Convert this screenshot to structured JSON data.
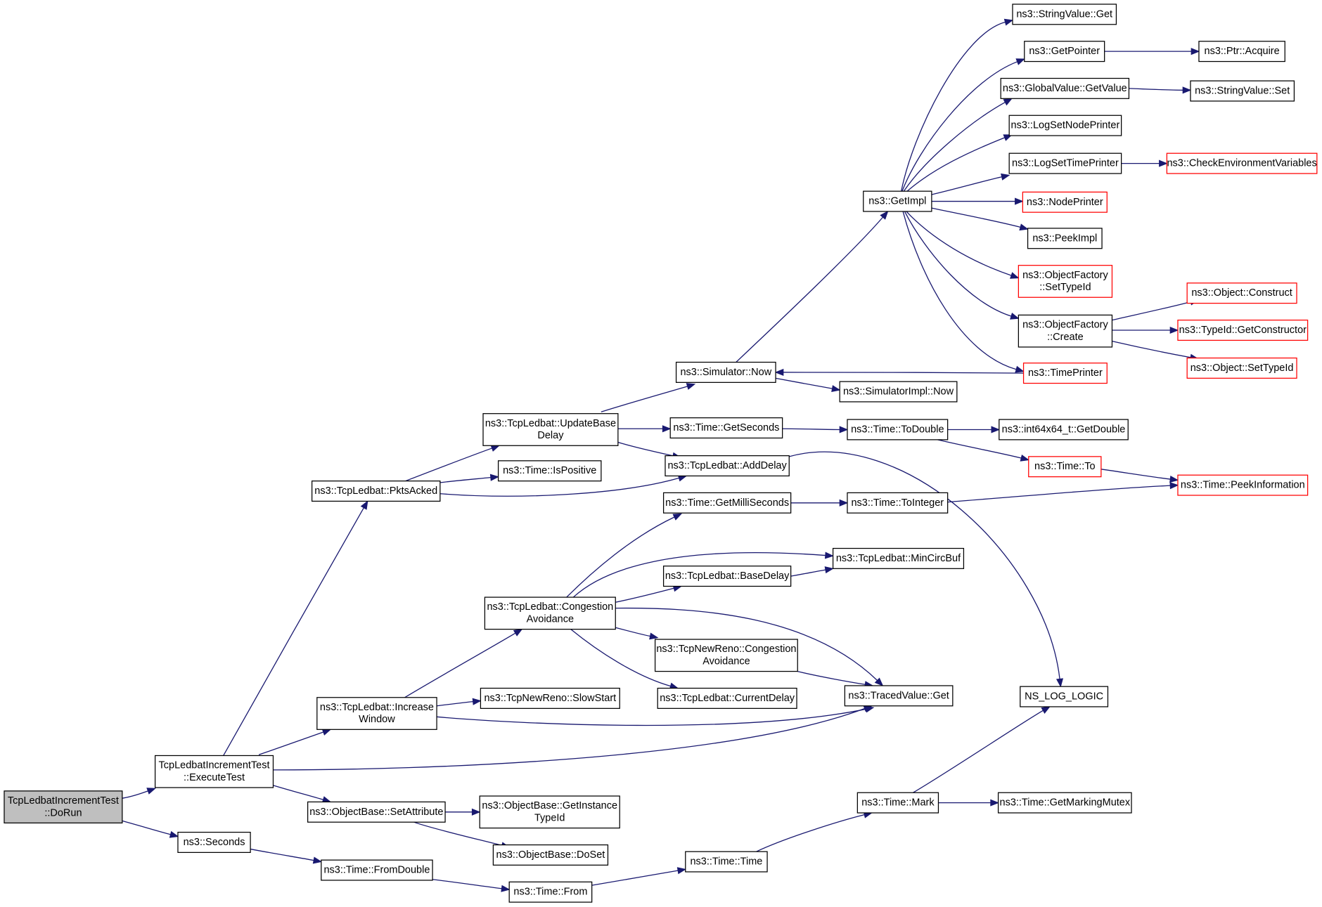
{
  "diagram": {
    "kind": "doxygen call graph",
    "colors": {
      "edge": "#191970",
      "node_border": "#000000",
      "truncated_node_border": "#ff0000",
      "root_fill": "#bfbfbf"
    },
    "nodes": [
      {
        "id": "dorun",
        "lines": [
          "TcpLedbatIncrementTest",
          "::DoRun"
        ],
        "style": "root"
      },
      {
        "id": "executetest",
        "lines": [
          "TcpLedbatIncrementTest",
          "::ExecuteTest"
        ]
      },
      {
        "id": "seconds",
        "lines": [
          "ns3::Seconds"
        ]
      },
      {
        "id": "pktsacked",
        "lines": [
          "ns3::TcpLedbat::PktsAcked"
        ]
      },
      {
        "id": "increasewindow",
        "lines": [
          "ns3::TcpLedbat::Increase",
          "Window"
        ]
      },
      {
        "id": "setattribute",
        "lines": [
          "ns3::ObjectBase::SetAttribute"
        ]
      },
      {
        "id": "fromdouble",
        "lines": [
          "ns3::Time::FromDouble"
        ]
      },
      {
        "id": "updatebasedelay",
        "lines": [
          "ns3::TcpLedbat::UpdateBase",
          "Delay"
        ]
      },
      {
        "id": "ispositive",
        "lines": [
          "ns3::Time::IsPositive"
        ]
      },
      {
        "id": "congavoid",
        "lines": [
          "ns3::TcpLedbat::Congestion",
          "Avoidance"
        ]
      },
      {
        "id": "slowstart",
        "lines": [
          "ns3::TcpNewReno::SlowStart"
        ]
      },
      {
        "id": "getinstancetypeid",
        "lines": [
          "ns3::ObjectBase::GetInstance",
          "TypeId"
        ]
      },
      {
        "id": "doset",
        "lines": [
          "ns3::ObjectBase::DoSet"
        ]
      },
      {
        "id": "from",
        "lines": [
          "ns3::Time::From"
        ]
      },
      {
        "id": "simnow",
        "lines": [
          "ns3::Simulator::Now"
        ]
      },
      {
        "id": "getseconds",
        "lines": [
          "ns3::Time::GetSeconds"
        ]
      },
      {
        "id": "adddelay",
        "lines": [
          "ns3::TcpLedbat::AddDelay"
        ]
      },
      {
        "id": "getmilliseconds",
        "lines": [
          "ns3::Time::GetMilliSeconds"
        ]
      },
      {
        "id": "basedelay",
        "lines": [
          "ns3::TcpLedbat::BaseDelay"
        ]
      },
      {
        "id": "newrenocongavoid",
        "lines": [
          "ns3::TcpNewReno::Congestion",
          "Avoidance"
        ]
      },
      {
        "id": "currentdelay",
        "lines": [
          "ns3::TcpLedbat::CurrentDelay"
        ]
      },
      {
        "id": "timetime",
        "lines": [
          "ns3::Time::Time"
        ]
      },
      {
        "id": "getimpl",
        "lines": [
          "ns3::GetImpl"
        ]
      },
      {
        "id": "simimplnow",
        "lines": [
          "ns3::SimulatorImpl::Now"
        ]
      },
      {
        "id": "todouble",
        "lines": [
          "ns3::Time::ToDouble"
        ]
      },
      {
        "id": "tointeger",
        "lines": [
          "ns3::Time::ToInteger"
        ]
      },
      {
        "id": "mincircbuf",
        "lines": [
          "ns3::TcpLedbat::MinCircBuf"
        ]
      },
      {
        "id": "tracedvalueget",
        "lines": [
          "ns3::TracedValue::Get"
        ]
      },
      {
        "id": "mark",
        "lines": [
          "ns3::Time::Mark"
        ]
      },
      {
        "id": "stringvalueget",
        "lines": [
          "ns3::StringValue::Get"
        ]
      },
      {
        "id": "getpointer",
        "lines": [
          "ns3::GetPointer"
        ]
      },
      {
        "id": "globalvaluegetvalue",
        "lines": [
          "ns3::GlobalValue::GetValue"
        ]
      },
      {
        "id": "logsetnodeprinter",
        "lines": [
          "ns3::LogSetNodePrinter"
        ]
      },
      {
        "id": "logsettimeprinter",
        "lines": [
          "ns3::LogSetTimePrinter"
        ]
      },
      {
        "id": "nodeprinter",
        "lines": [
          "ns3::NodePrinter"
        ],
        "style": "red"
      },
      {
        "id": "peekimpl",
        "lines": [
          "ns3::PeekImpl"
        ]
      },
      {
        "id": "objfactorysettypeid",
        "lines": [
          "ns3::ObjectFactory",
          "::SetTypeId"
        ],
        "style": "red"
      },
      {
        "id": "objfactorycreate",
        "lines": [
          "ns3::ObjectFactory",
          "::Create"
        ]
      },
      {
        "id": "timeprinter",
        "lines": [
          "ns3::TimePrinter"
        ],
        "style": "red"
      },
      {
        "id": "int64getdouble",
        "lines": [
          "ns3::int64x64_t::GetDouble"
        ]
      },
      {
        "id": "timeto",
        "lines": [
          "ns3::Time::To"
        ],
        "style": "red"
      },
      {
        "id": "nsloglogic",
        "lines": [
          "NS_LOG_LOGIC"
        ]
      },
      {
        "id": "getmarkingmutex",
        "lines": [
          "ns3::Time::GetMarkingMutex"
        ]
      },
      {
        "id": "ptracquire",
        "lines": [
          "ns3::Ptr::Acquire"
        ]
      },
      {
        "id": "stringvalueset",
        "lines": [
          "ns3::StringValue::Set"
        ]
      },
      {
        "id": "checkenvvars",
        "lines": [
          "ns3::CheckEnvironmentVariables"
        ],
        "style": "red"
      },
      {
        "id": "objectconstruct",
        "lines": [
          "ns3::Object::Construct"
        ],
        "style": "red"
      },
      {
        "id": "typeidgetconstructor",
        "lines": [
          "ns3::TypeId::GetConstructor"
        ],
        "style": "red"
      },
      {
        "id": "objectsettypeid",
        "lines": [
          "ns3::Object::SetTypeId"
        ],
        "style": "red"
      },
      {
        "id": "peekinformation",
        "lines": [
          "ns3::Time::PeekInformation"
        ],
        "style": "red"
      }
    ],
    "edges": [
      [
        "dorun",
        "executetest"
      ],
      [
        "dorun",
        "seconds"
      ],
      [
        "executetest",
        "pktsacked"
      ],
      [
        "executetest",
        "increasewindow"
      ],
      [
        "executetest",
        "setattribute"
      ],
      [
        "executetest",
        "tracedvalueget"
      ],
      [
        "seconds",
        "fromdouble"
      ],
      [
        "pktsacked",
        "updatebasedelay"
      ],
      [
        "pktsacked",
        "ispositive"
      ],
      [
        "pktsacked",
        "adddelay"
      ],
      [
        "increasewindow",
        "congavoid"
      ],
      [
        "increasewindow",
        "slowstart"
      ],
      [
        "increasewindow",
        "tracedvalueget"
      ],
      [
        "setattribute",
        "getinstancetypeid"
      ],
      [
        "setattribute",
        "doset"
      ],
      [
        "fromdouble",
        "from"
      ],
      [
        "updatebasedelay",
        "simnow"
      ],
      [
        "updatebasedelay",
        "getseconds"
      ],
      [
        "updatebasedelay",
        "adddelay"
      ],
      [
        "congavoid",
        "getmilliseconds"
      ],
      [
        "congavoid",
        "mincircbuf"
      ],
      [
        "congavoid",
        "basedelay"
      ],
      [
        "congavoid",
        "tracedvalueget"
      ],
      [
        "congavoid",
        "newrenocongavoid"
      ],
      [
        "congavoid",
        "currentdelay"
      ],
      [
        "from",
        "timetime"
      ],
      [
        "simnow",
        "getimpl"
      ],
      [
        "simnow",
        "simimplnow"
      ],
      [
        "getseconds",
        "todouble"
      ],
      [
        "adddelay",
        "nsloglogic"
      ],
      [
        "getmilliseconds",
        "tointeger"
      ],
      [
        "basedelay",
        "mincircbuf"
      ],
      [
        "newrenocongavoid",
        "tracedvalueget"
      ],
      [
        "timetime",
        "mark"
      ],
      [
        "getimpl",
        "stringvalueget"
      ],
      [
        "getimpl",
        "getpointer"
      ],
      [
        "getimpl",
        "globalvaluegetvalue"
      ],
      [
        "getimpl",
        "logsetnodeprinter"
      ],
      [
        "getimpl",
        "logsettimeprinter"
      ],
      [
        "getimpl",
        "nodeprinter"
      ],
      [
        "getimpl",
        "peekimpl"
      ],
      [
        "getimpl",
        "objfactorysettypeid"
      ],
      [
        "getimpl",
        "objfactorycreate"
      ],
      [
        "getimpl",
        "timeprinter"
      ],
      [
        "todouble",
        "int64getdouble"
      ],
      [
        "todouble",
        "timeto"
      ],
      [
        "tointeger",
        "peekinformation"
      ],
      [
        "mark",
        "nsloglogic"
      ],
      [
        "mark",
        "getmarkingmutex"
      ],
      [
        "getpointer",
        "ptracquire"
      ],
      [
        "globalvaluegetvalue",
        "stringvalueset"
      ],
      [
        "logsettimeprinter",
        "checkenvvars"
      ],
      [
        "objfactorycreate",
        "objectconstruct"
      ],
      [
        "objfactorycreate",
        "typeidgetconstructor"
      ],
      [
        "objfactorycreate",
        "objectsettypeid"
      ],
      [
        "timeprinter",
        "simnow"
      ],
      [
        "timeto",
        "peekinformation"
      ]
    ]
  }
}
